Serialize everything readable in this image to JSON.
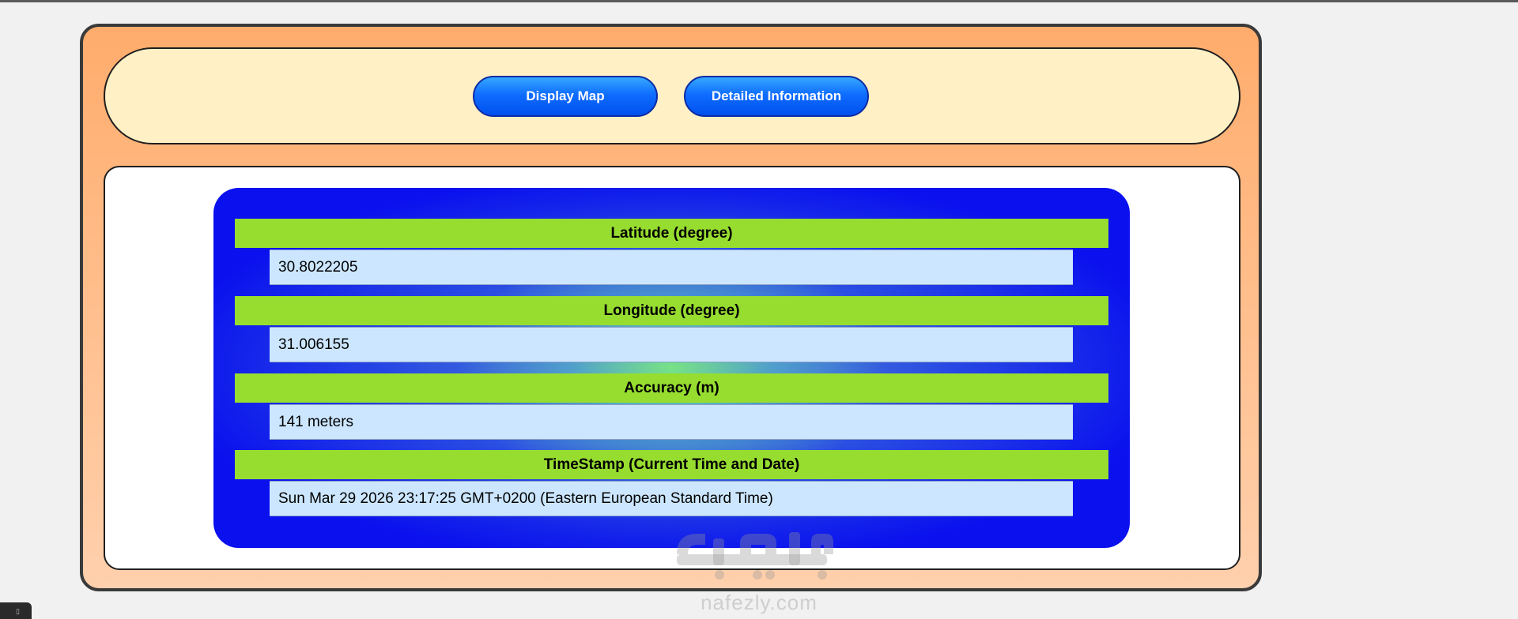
{
  "nav": {
    "display_map_label": "Display Map",
    "detailed_info_label": "Detailed Information"
  },
  "fields": [
    {
      "label": "Latitude (degree)",
      "value": "30.8022205"
    },
    {
      "label": "Longitude (degree)",
      "value": "31.006155"
    },
    {
      "label": "Accuracy (m)",
      "value": "141 meters"
    },
    {
      "label": "TimeStamp (Current Time and Date)",
      "value": "Sun Mar 29 2026 23:17:25 GMT+0200 (Eastern European Standard Time)"
    }
  ],
  "watermark": {
    "logo_text": "نفذلي",
    "site": "nafezly.com"
  },
  "corner_widget": {
    "icon": "small-tray-icon",
    "glyph": "▯"
  },
  "colors": {
    "outer_frame": "#ffb27a",
    "header_panel": "#fff0c5",
    "button_blue": "#0f6dff",
    "card_blue": "#0a10ee",
    "field_header_green": "#97dd30",
    "field_value_bg": "#cce6ff"
  }
}
